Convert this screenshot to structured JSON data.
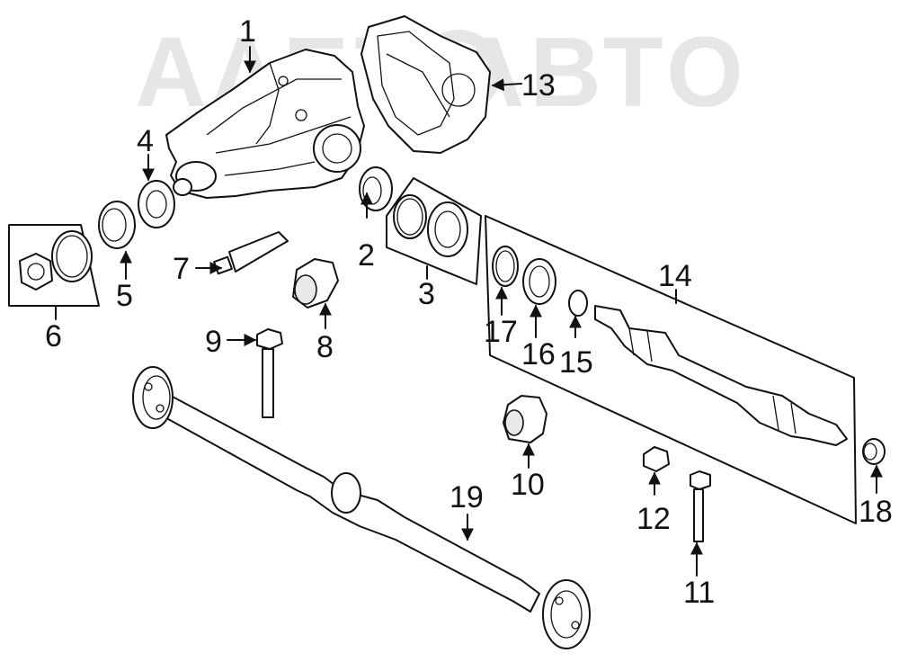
{
  "watermark": {
    "text": "ΑΛΕΤ АВТО"
  },
  "callouts": [
    {
      "id": "c1",
      "label": "1"
    },
    {
      "id": "c2",
      "label": "2"
    },
    {
      "id": "c3",
      "label": "3"
    },
    {
      "id": "c4",
      "label": "4"
    },
    {
      "id": "c5",
      "label": "5"
    },
    {
      "id": "c6",
      "label": "6"
    },
    {
      "id": "c7",
      "label": "7"
    },
    {
      "id": "c8",
      "label": "8"
    },
    {
      "id": "c9",
      "label": "9"
    },
    {
      "id": "c10",
      "label": "10"
    },
    {
      "id": "c11",
      "label": "11"
    },
    {
      "id": "c12",
      "label": "12"
    },
    {
      "id": "c13",
      "label": "13"
    },
    {
      "id": "c14",
      "label": "14"
    },
    {
      "id": "c15",
      "label": "15"
    },
    {
      "id": "c16",
      "label": "16"
    },
    {
      "id": "c17",
      "label": "17"
    },
    {
      "id": "c18",
      "label": "18"
    },
    {
      "id": "c19",
      "label": "19"
    }
  ]
}
